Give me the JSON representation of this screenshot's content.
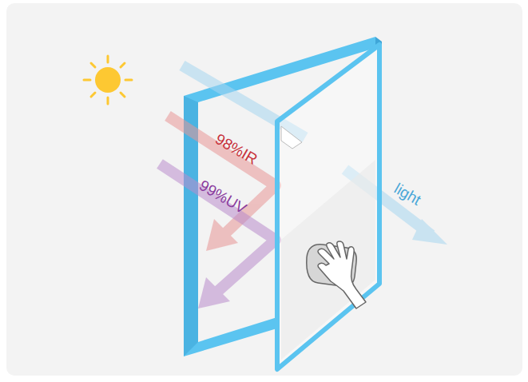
{
  "diagram": {
    "labels": [
      "98%IR",
      "99%UV",
      "light"
    ]
  }
}
